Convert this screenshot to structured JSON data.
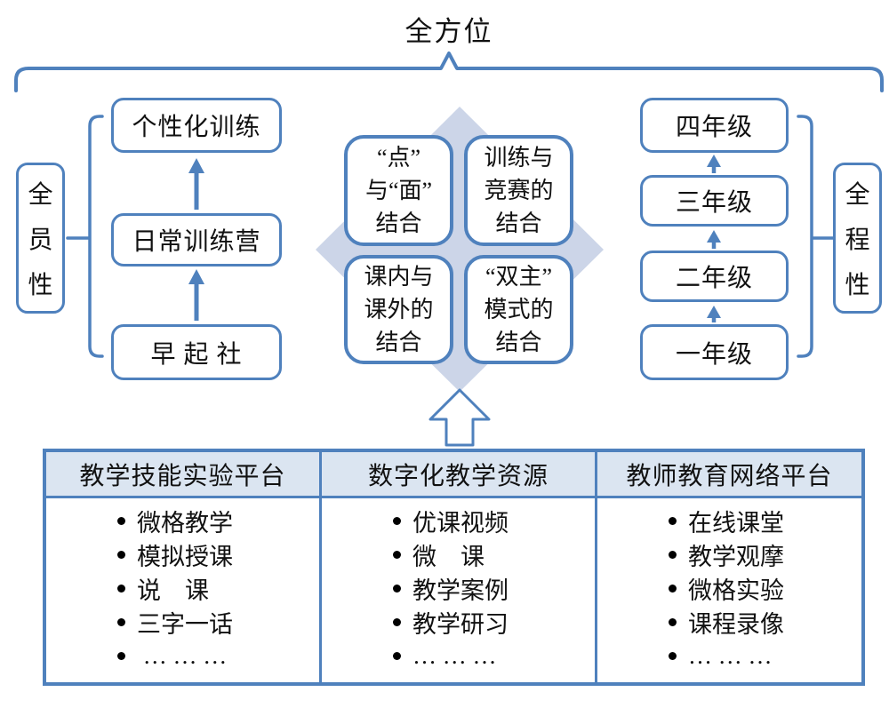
{
  "title": "全方位",
  "colors": {
    "accent": "#4f81bd",
    "diamond_fill": "#ccd5e8",
    "table_header_fill": "#dbe5f1",
    "text": "#111111"
  },
  "icons": {
    "up_arrow": "↑",
    "bullet": "•",
    "brace": "⏞",
    "bracket_left": "[",
    "bracket_right": "]"
  },
  "left_group": {
    "side_label": {
      "text": "全员性",
      "chars": [
        "全",
        "员",
        "性"
      ]
    },
    "boxes": [
      {
        "label": "个性化训练"
      },
      {
        "label": "日常训练营"
      },
      {
        "label": "早 起 社"
      }
    ]
  },
  "center_group": {
    "boxes": [
      {
        "lines": [
          "“点”",
          "与“面”",
          "结合"
        ]
      },
      {
        "lines": [
          "训练与",
          "竞赛的",
          "结合"
        ]
      },
      {
        "lines": [
          "课内与",
          "课外的",
          "结合"
        ]
      },
      {
        "lines": [
          "“双主”",
          "模式的",
          "结合"
        ]
      }
    ]
  },
  "right_group": {
    "side_label": {
      "text": "全程性",
      "chars": [
        "全",
        "程",
        "性"
      ]
    },
    "boxes": [
      {
        "label": "四年级"
      },
      {
        "label": "三年级"
      },
      {
        "label": "二年级"
      },
      {
        "label": "一年级"
      }
    ]
  },
  "table": {
    "columns": [
      {
        "header": "教学技能实验平台",
        "items": [
          "微格教学",
          "模拟授课",
          "说　课",
          "三字一话",
          " … … …"
        ]
      },
      {
        "header": "数字化教学资源",
        "items": [
          "优课视频",
          "微　课",
          "教学案例",
          "教学研习",
          "… … …"
        ]
      },
      {
        "header": "教师教育网络平台",
        "items": [
          "在线课堂",
          "教学观摩",
          "微格实验",
          "课程录像",
          "… … …"
        ]
      }
    ]
  }
}
